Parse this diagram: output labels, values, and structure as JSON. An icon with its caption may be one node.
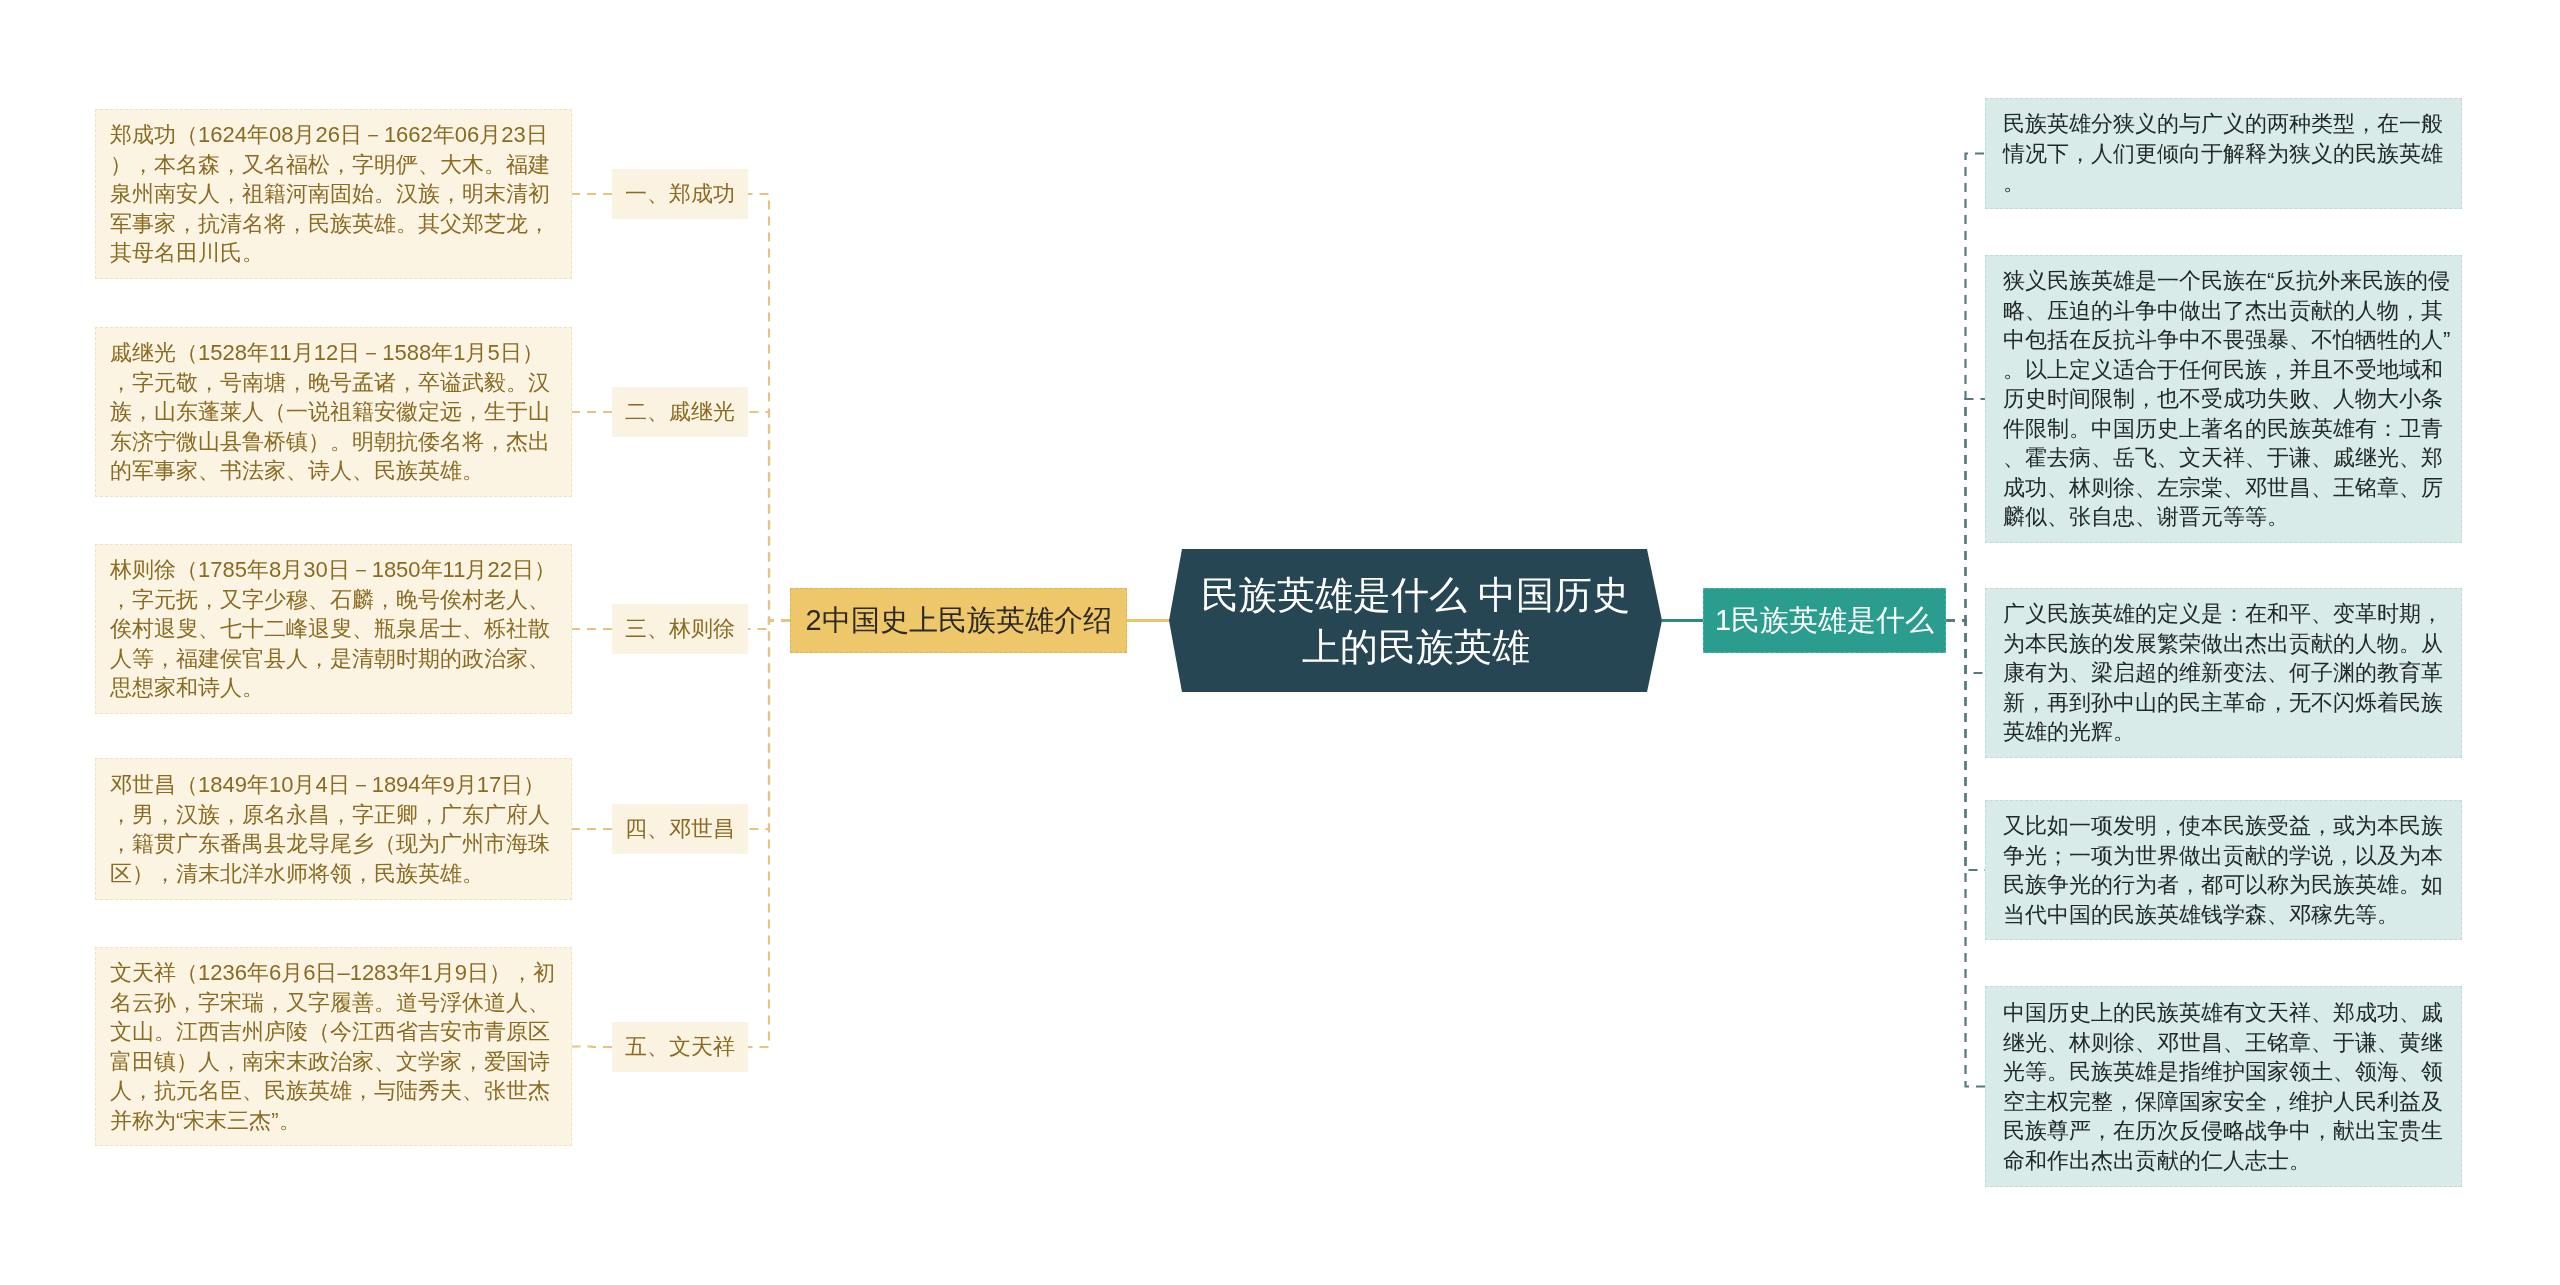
{
  "diagram": {
    "nodes": [
      {
        "text": [
          "民族英雄是什么 中国历史上的民族英雄"
        ]
      },
      {
        "text": [
          "1民族英雄是什么"
        ]
      },
      {
        "text": [
          "民族英雄分狭义的与广义的两种类型，在一般情况下，人们更倾向于解释为狭义的民族英雄。"
        ]
      },
      {
        "text": [
          "狭义民族英雄是一个民族在“反抗外来民族的侵略、压迫的斗争中做出了杰出贡献的人物，其中包括在反抗斗争中不畏强暴、不怕牺牲的人”。以上定义适合于任何民族，并且不受地域和历史时间限制，也不受成功失败、人物大小条件限制。中国历史上著名的民族英雄有：卫青、霍去病、岳飞、文天祥、于谦、戚继光、郑成功、林则徐、左宗棠、邓世昌、王铭章、厉麟似、张自忠、谢晋元等等。"
        ]
      },
      {
        "text": [
          "广义民族英雄的定义是：在和平、变革时期，为本民族的发展繁荣做出杰出贡献的人物。从康有为、梁启超的维新变法、何子渊的教育革新，再到孙中山的民主革命，无不闪烁着民族英雄的光辉。"
        ]
      },
      {
        "text": [
          "又比如一项发明，使本民族受益，或为本民族争光；一项为世界做出贡献的学说，以及为本民族争光的行为者，都可以称为民族英雄。如当代中国的民族英雄钱学森、邓稼先等。"
        ]
      },
      {
        "text": [
          "中国历史上的民族英雄有文天祥、郑成功、戚继光、林则徐、邓世昌、王铭章、于谦、黄继光等。民族英雄是指维护国家领土、领海、领空主权完整，保障国家安全，维护人民利益及民族尊严，在历次反侵略战争中，献出宝贵生命和作出杰出贡献的仁人志士。"
        ]
      },
      {
        "text": [
          "2中国史上民族英雄介绍"
        ]
      },
      {
        "text": [
          "一、郑成功"
        ]
      },
      {
        "text": [
          "二、戚继光"
        ]
      },
      {
        "text": [
          "三、林则徐"
        ]
      },
      {
        "text": [
          "四、邓世昌"
        ]
      },
      {
        "text": [
          "五、文天祥"
        ]
      },
      {
        "text": [
          "郑成功（1624年08月26日－1662年06月23日），本名森，又名福松，字明俨、大木。福建泉州南安人，祖籍河南固始。汉族，明末清初军事家，抗清名将，民族英雄。其父郑芝龙，其母名田川氏。"
        ]
      },
      {
        "text": [
          "戚继光（1528年11月12日－1588年1月5日），字元敬，号南塘，晚号孟诸，卒谥武毅。汉族，山东蓬莱人（一说祖籍安徽定远，生于山东济宁微山县鲁桥镇）。明朝抗倭名将，杰出的军事家、书法家、诗人、民族英雄。"
        ]
      },
      {
        "text": [
          "林则徐（1785年8月30日－1850年11月22日），字元抚，又字少穆、石麟，晚号俟村老人、俟村退叟、七十二峰退叟、瓶泉居士、栎社散人等，福建侯官县人，是清朝时期的政治家、思想家和诗人。"
        ]
      },
      {
        "text": [
          "邓世昌（1849年10月4日－1894年9月17日），男，汉族，原名永昌，字正卿，广东广府人，籍贯广东番禺县龙导尾乡（现为广州市海珠区），清末北洋水师将领，民族英雄。"
        ]
      },
      {
        "text": [
          "文天祥（1236年6月6日–1283年1月9日），初名云孙，字宋瑞，又字履善。道号浮休道人、文山。江西吉州庐陵（今江西省吉安市青原区富田镇）人，南宋末政治家、文学家，爱国诗人，抗元名臣、民族英雄，与陆秀夫、张世杰并称为“宋末三杰”。"
        ]
      }
    ],
    "edges": [
      {
        "from": 0,
        "to": 1,
        "arrow": "none",
        "color": "#2a8a80"
      },
      {
        "from": 1,
        "to": 2,
        "arrow": "none",
        "style": "dashed",
        "color": "#55797c"
      },
      {
        "from": 1,
        "to": 3,
        "arrow": "none",
        "style": "dashed",
        "color": "#55797c"
      },
      {
        "from": 1,
        "to": 4,
        "arrow": "none",
        "style": "dashed",
        "color": "#55797c"
      },
      {
        "from": 1,
        "to": 5,
        "arrow": "none",
        "style": "dashed",
        "color": "#55797c"
      },
      {
        "from": 1,
        "to": 6,
        "arrow": "none",
        "style": "dashed",
        "color": "#55797c"
      },
      {
        "from": 0,
        "to": 7,
        "arrow": "none",
        "color": "#e9c46a"
      },
      {
        "from": 7,
        "to": 8,
        "arrow": "none",
        "style": "dashed",
        "color": "#e4c47e"
      },
      {
        "from": 7,
        "to": 9,
        "arrow": "none",
        "style": "dashed",
        "color": "#e4c47e"
      },
      {
        "from": 7,
        "to": 10,
        "arrow": "none",
        "style": "dashed",
        "color": "#e4c47e"
      },
      {
        "from": 7,
        "to": 11,
        "arrow": "none",
        "style": "dashed",
        "color": "#e4c47e"
      },
      {
        "from": 7,
        "to": 12,
        "arrow": "none",
        "style": "dashed",
        "color": "#e4c47e"
      },
      {
        "from": 8,
        "to": 13,
        "arrow": "none",
        "style": "dashed",
        "color": "#e4c47e"
      },
      {
        "from": 9,
        "to": 14,
        "arrow": "none",
        "style": "dashed",
        "color": "#e4c47e"
      },
      {
        "from": 10,
        "to": 15,
        "arrow": "none",
        "style": "dashed",
        "color": "#e4c47e"
      },
      {
        "from": 11,
        "to": 16,
        "arrow": "none",
        "style": "dashed",
        "color": "#e4c47e"
      },
      {
        "from": 12,
        "to": 17,
        "arrow": "none",
        "style": "dashed",
        "color": "#e4c47e"
      }
    ]
  }
}
